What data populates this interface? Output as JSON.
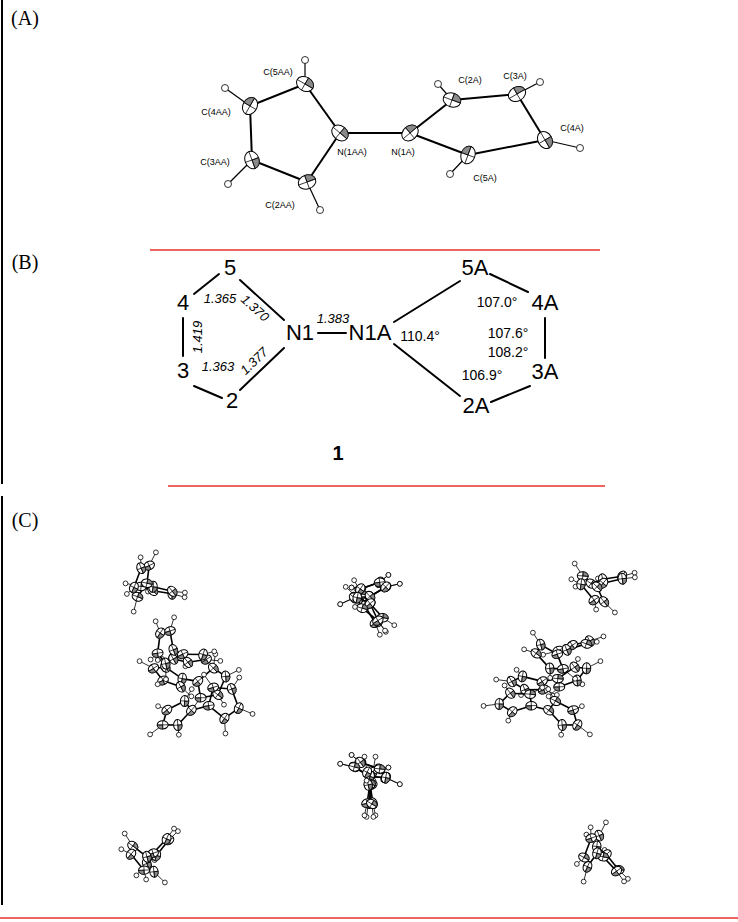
{
  "diagram": {
    "labels": [
      "(A)",
      "C(5AA)",
      "C(4AA)",
      "C(3AA)",
      "C(2AA)",
      "N(1AA)",
      "N(1A)",
      "C(2A)",
      "C(3A)",
      "C(5A)",
      "C(4A)",
      "(B)",
      "5",
      "4",
      "3",
      "2",
      "N1",
      "N1A",
      "5A",
      "4A",
      "3A",
      "2A",
      "1.365",
      "1.370",
      "1.419",
      "1.363",
      "1.377",
      "1.383",
      "107.0°",
      "107.6°",
      "110.4°",
      "108.2°",
      "106.9°",
      "1",
      "(C)"
    ]
  }
}
